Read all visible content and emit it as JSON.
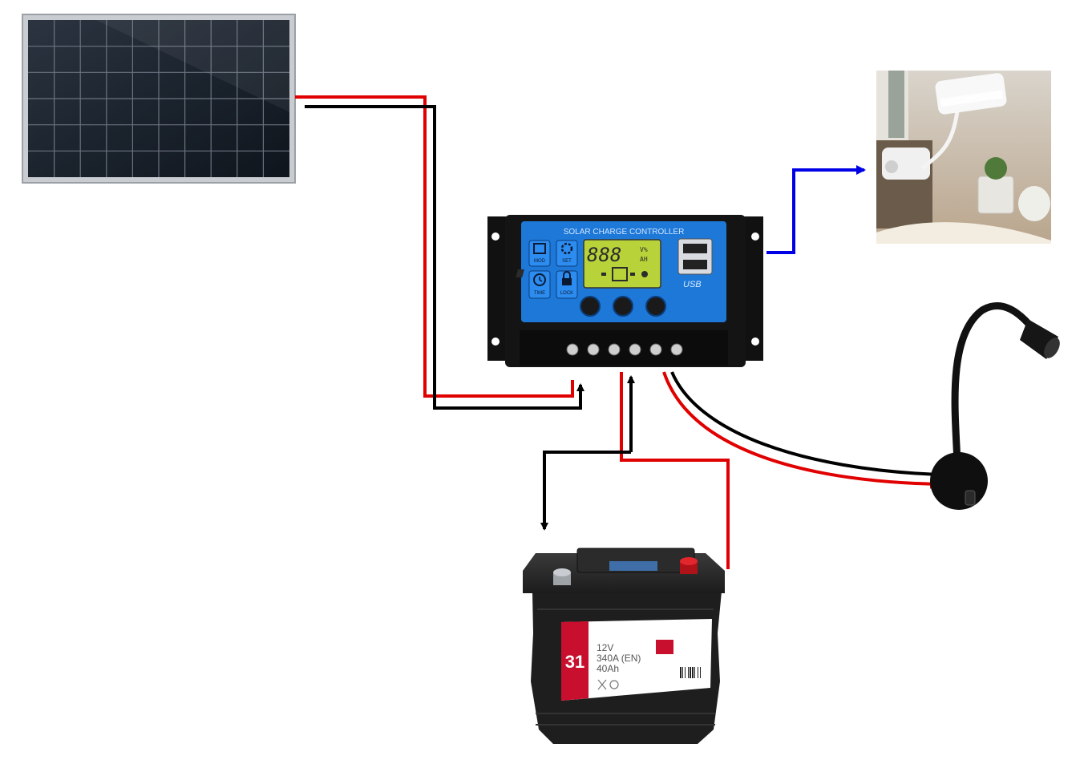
{
  "controller": {
    "title": "SOLAR CHARGE CONTROLLER",
    "lcd_digits": "888",
    "lcd_unit_top": "V%",
    "lcd_unit_bottom": "AH",
    "usb_label": "USB",
    "mode_buttons": [
      {
        "icon": "mode-icon",
        "label": "MOD"
      },
      {
        "icon": "settings-icon",
        "label": "SET"
      },
      {
        "icon": "clock-icon",
        "label": "TIME"
      },
      {
        "icon": "lock-icon",
        "label": "LOCK"
      }
    ]
  },
  "battery": {
    "group": "31",
    "voltage": "12V",
    "cca": "340A (EN)",
    "capacity": "40Ah"
  },
  "colors": {
    "positive_wire": "#e00000",
    "negative_wire": "#000000",
    "usb_wire": "#0000e6",
    "controller_face": "#1e78d8",
    "battery_accent": "#c8102e"
  }
}
